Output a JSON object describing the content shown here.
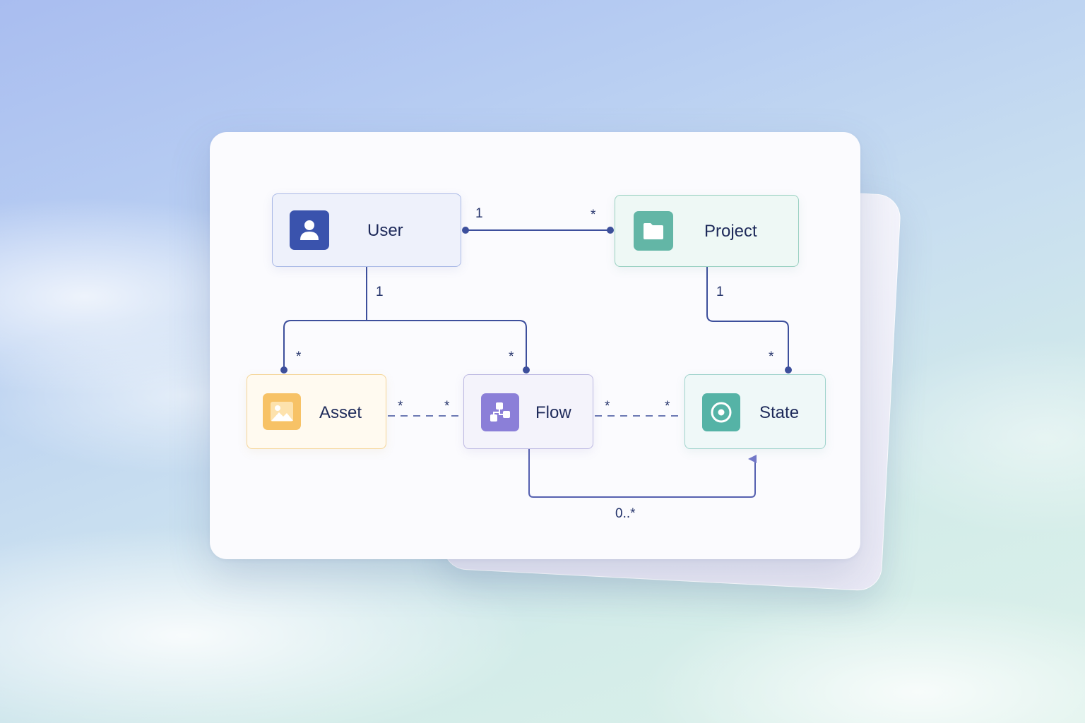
{
  "diagram": {
    "nodes": [
      {
        "id": "user",
        "label": "User",
        "icon": "user-icon",
        "color": "#3a53ad"
      },
      {
        "id": "project",
        "label": "Project",
        "icon": "folder-icon",
        "color": "#63b6a6"
      },
      {
        "id": "asset",
        "label": "Asset",
        "icon": "image-icon",
        "color": "#f7c266"
      },
      {
        "id": "flow",
        "label": "Flow",
        "icon": "flow-icon",
        "color": "#8b7fd8"
      },
      {
        "id": "state",
        "label": "State",
        "icon": "target-icon",
        "color": "#55b3a6"
      }
    ],
    "relations": [
      {
        "from": "user",
        "to": "project",
        "from_mult": "1",
        "to_mult": "*",
        "style": "solid"
      },
      {
        "from": "user",
        "to": "asset",
        "from_mult": "1",
        "to_mult": "*",
        "style": "solid"
      },
      {
        "from": "user",
        "to": "flow",
        "from_mult": "",
        "to_mult": "*",
        "style": "solid"
      },
      {
        "from": "project",
        "to": "state",
        "from_mult": "1",
        "to_mult": "*",
        "style": "solid"
      },
      {
        "from": "asset",
        "to": "flow",
        "from_mult": "*",
        "to_mult": "*",
        "style": "dashed"
      },
      {
        "from": "flow",
        "to": "state",
        "from_mult": "*",
        "to_mult": "*",
        "style": "dashed"
      },
      {
        "from": "flow",
        "to": "state",
        "label": "0..*",
        "style": "solid-arrow"
      }
    ],
    "line_color": "#3d4f9c"
  }
}
